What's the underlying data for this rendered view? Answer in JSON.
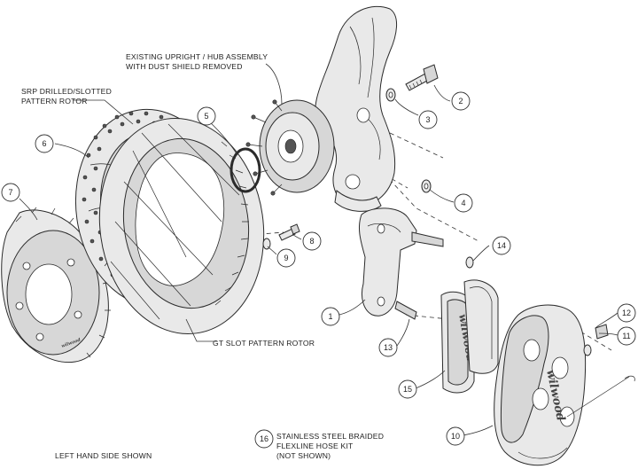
{
  "labels": {
    "upright_line1": "EXISTING UPRIGHT / HUB ASSEMBLY",
    "upright_line2": "WITH DUST SHIELD REMOVED",
    "srp_line1": "SRP DRILLED/SLOTTED",
    "srp_line2": "PATTERN ROTOR",
    "gt_slot": "GT SLOT PATTERN ROTOR",
    "left_hand": "LEFT HAND SIDE SHOWN",
    "hose_line1": "STAINLESS STEEL BRAIDED",
    "hose_line2": "FLEXLINE HOSE KIT",
    "hose_line3": "(NOT SHOWN)"
  },
  "brand": {
    "pad_logo": "wilwood",
    "caliper_logo": "wilwood"
  },
  "callouts": [
    "1",
    "2",
    "3",
    "4",
    "5",
    "6",
    "7",
    "8",
    "9",
    "10",
    "11",
    "12",
    "13",
    "14",
    "15",
    "16"
  ],
  "colors": {
    "line": "#2b2b2b",
    "part_fill": "#e9e9e9",
    "background": "#ffffff"
  }
}
